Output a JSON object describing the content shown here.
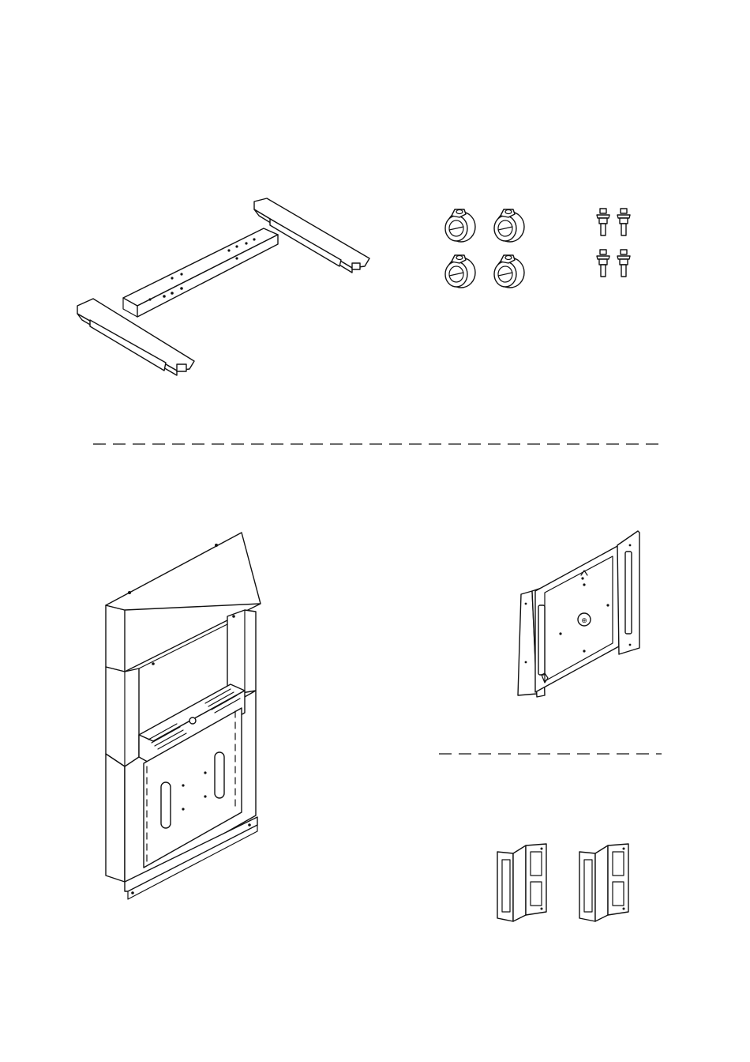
{
  "diagram": {
    "colors": {
      "line": "#111111",
      "paper": "#ffffff"
    },
    "parts": [
      {
        "id": "base-frame",
        "count": 1
      },
      {
        "id": "caster-wheel",
        "count": 4
      },
      {
        "id": "caster-bolt",
        "count": 4
      },
      {
        "id": "lift-column",
        "count": 1
      },
      {
        "id": "tv-mount-plate",
        "count": 1
      },
      {
        "id": "corner-bracket",
        "count": 2
      }
    ],
    "separators": [
      "section-divider-top",
      "section-divider-right"
    ]
  }
}
